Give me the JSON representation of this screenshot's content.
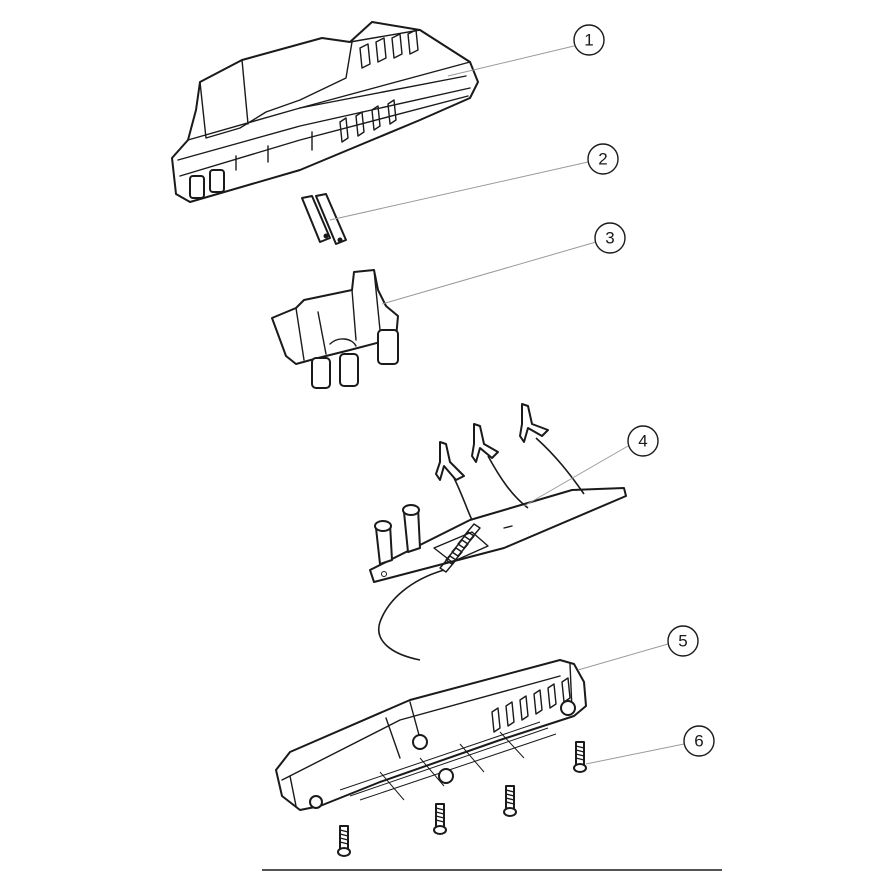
{
  "callouts": [
    {
      "id": "callout-1",
      "label": "1"
    },
    {
      "id": "callout-2",
      "label": "2"
    },
    {
      "id": "callout-3",
      "label": "3"
    },
    {
      "id": "callout-4",
      "label": "4"
    },
    {
      "id": "callout-5",
      "label": "5"
    },
    {
      "id": "callout-6",
      "label": "6"
    }
  ],
  "colors": {
    "line": "#1a1a1a",
    "leader": "#9a9a9a",
    "background": "#ffffff"
  }
}
